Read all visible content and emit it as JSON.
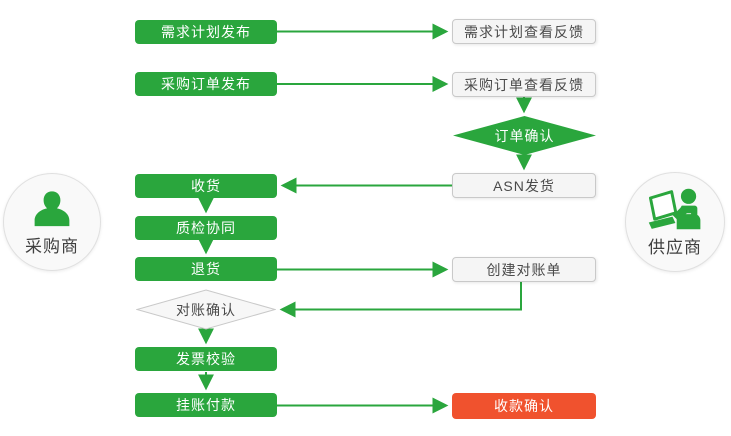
{
  "colors": {
    "green": "#2aa63d",
    "red": "#f0522e",
    "gray_fill": "#f5f5f5",
    "gray_border": "#c9c9c9",
    "dark_text": "#4a4a4a"
  },
  "actors": {
    "buyer": {
      "label": "采购商"
    },
    "supplier": {
      "label": "供应商"
    }
  },
  "nodes": {
    "demand_plan_publish": {
      "label": "需求计划发布"
    },
    "demand_plan_feedback": {
      "label": "需求计划查看反馈"
    },
    "po_publish": {
      "label": "采购订单发布"
    },
    "po_feedback": {
      "label": "采购订单查看反馈"
    },
    "order_confirm": {
      "label": "订单确认"
    },
    "asn_ship": {
      "label": "ASN发货"
    },
    "receive_goods": {
      "label": "收货"
    },
    "quality_collab": {
      "label": "质检协同"
    },
    "return_goods": {
      "label": "退货"
    },
    "create_statement": {
      "label": "创建对账单"
    },
    "statement_confirm": {
      "label": "对账确认"
    },
    "invoice_verify": {
      "label": "发票校验"
    },
    "book_payment": {
      "label": "挂账付款"
    },
    "receipt_confirm": {
      "label": "收款确认"
    }
  }
}
